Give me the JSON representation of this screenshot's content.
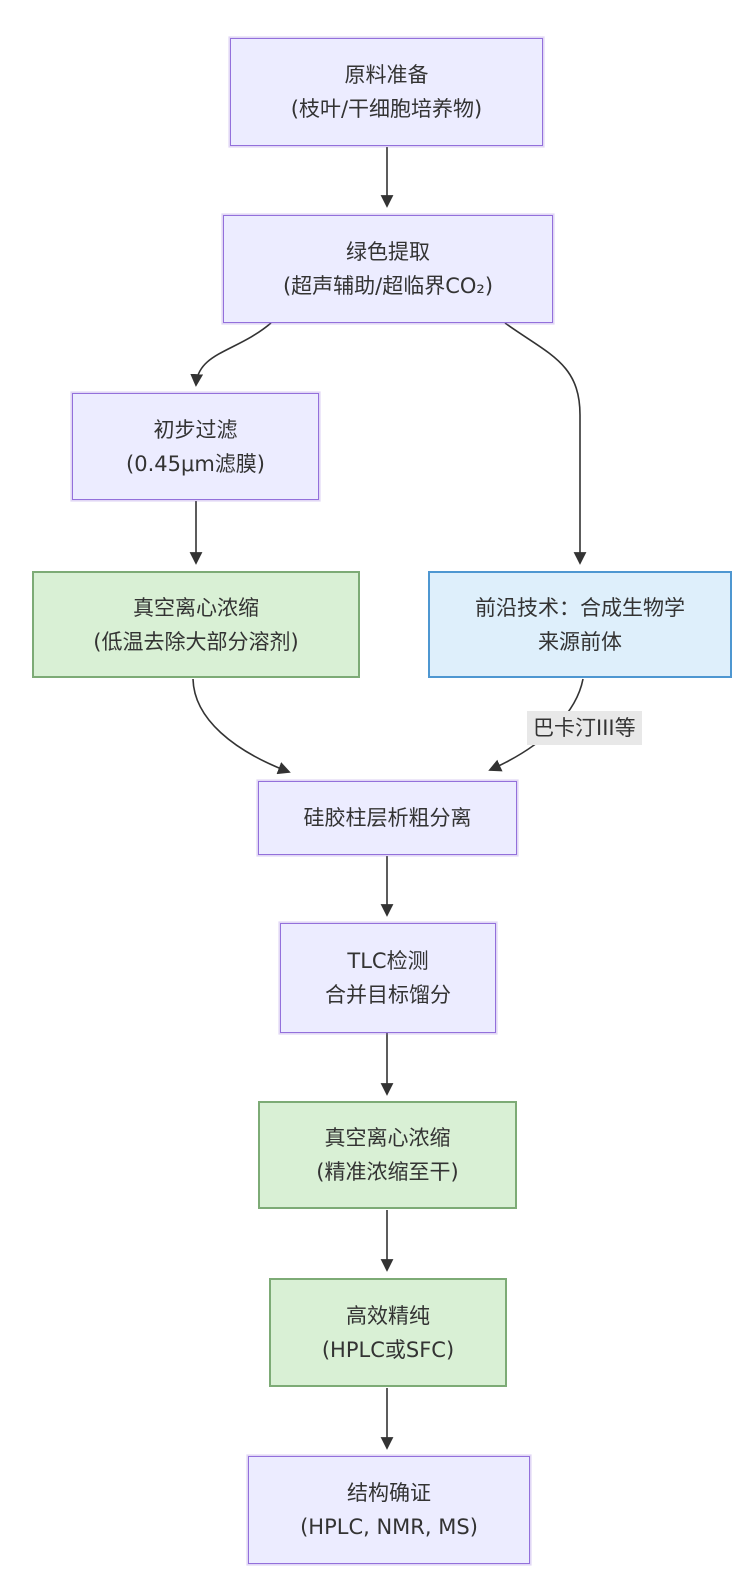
{
  "diagram": {
    "type": "flowchart",
    "nodes": [
      {
        "id": "raw-material",
        "style": "purple",
        "lines": [
          "原料准备",
          "(枝叶/干细胞培养物)"
        ]
      },
      {
        "id": "green-extract",
        "style": "purple",
        "lines": [
          "绿色提取",
          "(超声辅助/超临界CO₂)"
        ]
      },
      {
        "id": "pre-filter",
        "style": "purple",
        "lines": [
          "初步过滤",
          "(0.45μm滤膜)"
        ]
      },
      {
        "id": "vacuum-conc-1",
        "style": "green",
        "lines": [
          "真空离心浓缩",
          "(低温去除大部分溶剂)"
        ]
      },
      {
        "id": "synthetic-bio",
        "style": "blue",
        "lines": [
          "前沿技术：合成生物学",
          "来源前体"
        ]
      },
      {
        "id": "silica-column",
        "style": "purple",
        "lines": [
          "硅胶柱层析粗分离"
        ]
      },
      {
        "id": "tlc-check",
        "style": "purple",
        "lines": [
          "TLC检测",
          "合并目标馏分"
        ]
      },
      {
        "id": "vacuum-conc-2",
        "style": "green",
        "lines": [
          "真空离心浓缩",
          "(精准浓缩至干)"
        ]
      },
      {
        "id": "hplc-purify",
        "style": "green",
        "lines": [
          "高效精纯",
          "(HPLC或SFC)"
        ]
      },
      {
        "id": "structure-confirm",
        "style": "purple",
        "lines": [
          "结构确证",
          "(HPLC, NMR, MS)"
        ]
      }
    ],
    "edge_label": {
      "text": "巴卡汀III等"
    },
    "colors": {
      "purple_fill": "#ECECFF",
      "purple_border": "#9370DB",
      "green_fill": "#D9F0D5",
      "green_border": "#7DAB76",
      "blue_fill": "#DEEFFB",
      "blue_border": "#4E97D1",
      "edge_stroke": "#333333",
      "edge_label_bg": "#E8E8E8",
      "text": "#333333",
      "background": "#FFFFFF"
    }
  }
}
